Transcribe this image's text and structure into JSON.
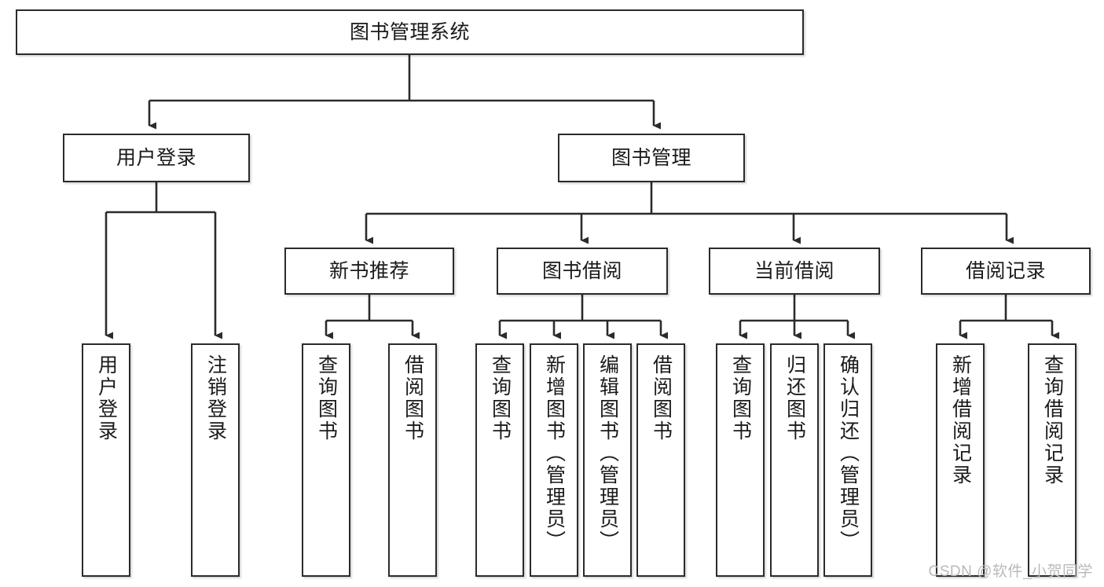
{
  "diagram": {
    "title": "图书管理系统",
    "type": "tree-hierarchy-chart",
    "watermark": "CSDN @软件_小贺同学",
    "colors": {
      "box_border": "#2b2b2b",
      "box_fill": "#ffffff",
      "edge": "#2b2b2b",
      "text": "#1a1a1a",
      "watermark": "#b9b9b9"
    },
    "nodes": {
      "root": {
        "label": "图书管理系统"
      },
      "level2": [
        {
          "id": "user-login",
          "label": "用户登录"
        },
        {
          "id": "book-manage",
          "label": "图书管理"
        }
      ],
      "level3": [
        {
          "id": "new-book-recommend",
          "label": "新书推荐"
        },
        {
          "id": "book-borrow",
          "label": "图书借阅"
        },
        {
          "id": "current-borrow",
          "label": "当前借阅"
        },
        {
          "id": "borrow-record",
          "label": "借阅记录"
        }
      ],
      "leaves": {
        "user_login": [
          {
            "id": "leaf-user-login",
            "label": "用户登录"
          },
          {
            "id": "leaf-logout-login",
            "label": "注销登录"
          }
        ],
        "new_book_recommend": [
          {
            "id": "leaf-query-book-1",
            "label": "查询图书"
          },
          {
            "id": "leaf-borrow-book-1",
            "label": "借阅图书"
          }
        ],
        "book_borrow": [
          {
            "id": "leaf-query-book-2",
            "label": "查询图书"
          },
          {
            "id": "leaf-add-book",
            "label": "新增图书（管理员）"
          },
          {
            "id": "leaf-edit-book",
            "label": "编辑图书（管理员）"
          },
          {
            "id": "leaf-borrow-book-2",
            "label": "借阅图书"
          }
        ],
        "current_borrow": [
          {
            "id": "leaf-query-book-3",
            "label": "查询图书"
          },
          {
            "id": "leaf-return-book",
            "label": "归还图书"
          },
          {
            "id": "leaf-confirm-return",
            "label": "确认归还（管理员）"
          }
        ],
        "borrow_record": [
          {
            "id": "leaf-add-record",
            "label": "新增借阅记录"
          },
          {
            "id": "leaf-query-record",
            "label": "查询借阅记录"
          }
        ]
      }
    }
  }
}
